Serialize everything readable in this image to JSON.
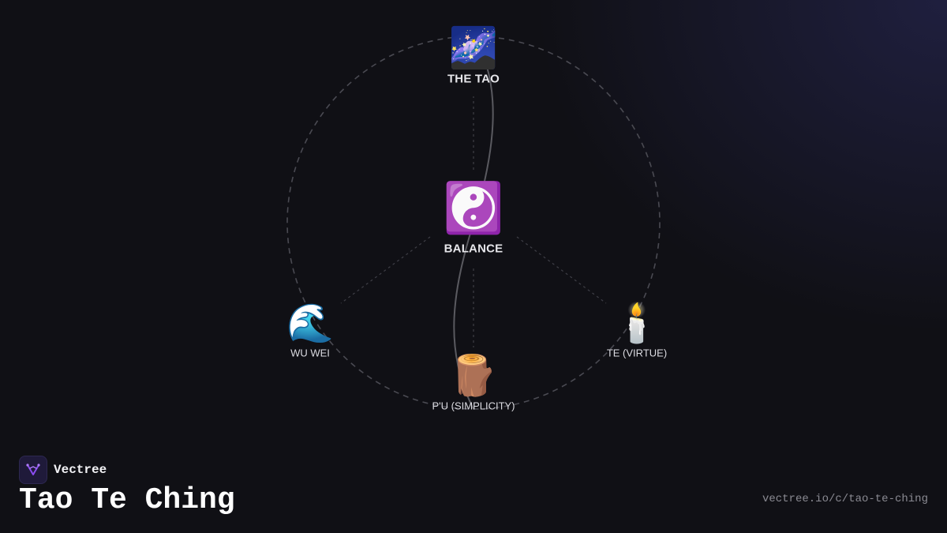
{
  "diagram": {
    "nodes": {
      "tao": {
        "label": "THE TAO",
        "icon": "milky-way-icon",
        "glyph": "🌌"
      },
      "balance": {
        "label": "BALANCE",
        "icon": "yin-yang-icon",
        "glyph": "☯️"
      },
      "wu_wei": {
        "label": "WU WEI",
        "icon": "water-wave-icon",
        "glyph": "🌊"
      },
      "te": {
        "label": "TE (VIRTUE)",
        "icon": "candle-icon",
        "glyph": "🕯️"
      },
      "pu": {
        "label": "P'U (SIMPLICITY)",
        "icon": "wood-log-icon",
        "glyph": "🪵"
      }
    },
    "connections": [
      {
        "from": "balance",
        "to": "tao"
      },
      {
        "from": "balance",
        "to": "wu_wei"
      },
      {
        "from": "balance",
        "to": "te"
      },
      {
        "from": "balance",
        "to": "pu"
      }
    ]
  },
  "brand": {
    "name": "Vectree",
    "logo_icon": "vectree-logo-icon",
    "accent": "#7b3fe4"
  },
  "title": "Tao Te Ching",
  "footer": {
    "url": "vectree.io/c/tao-te-ching"
  },
  "colors": {
    "background": "#101015",
    "ring": "#4a4a52",
    "spokes": "#3f3f47",
    "s_curve": "#5a5a60",
    "text": "#e6e6ea"
  }
}
